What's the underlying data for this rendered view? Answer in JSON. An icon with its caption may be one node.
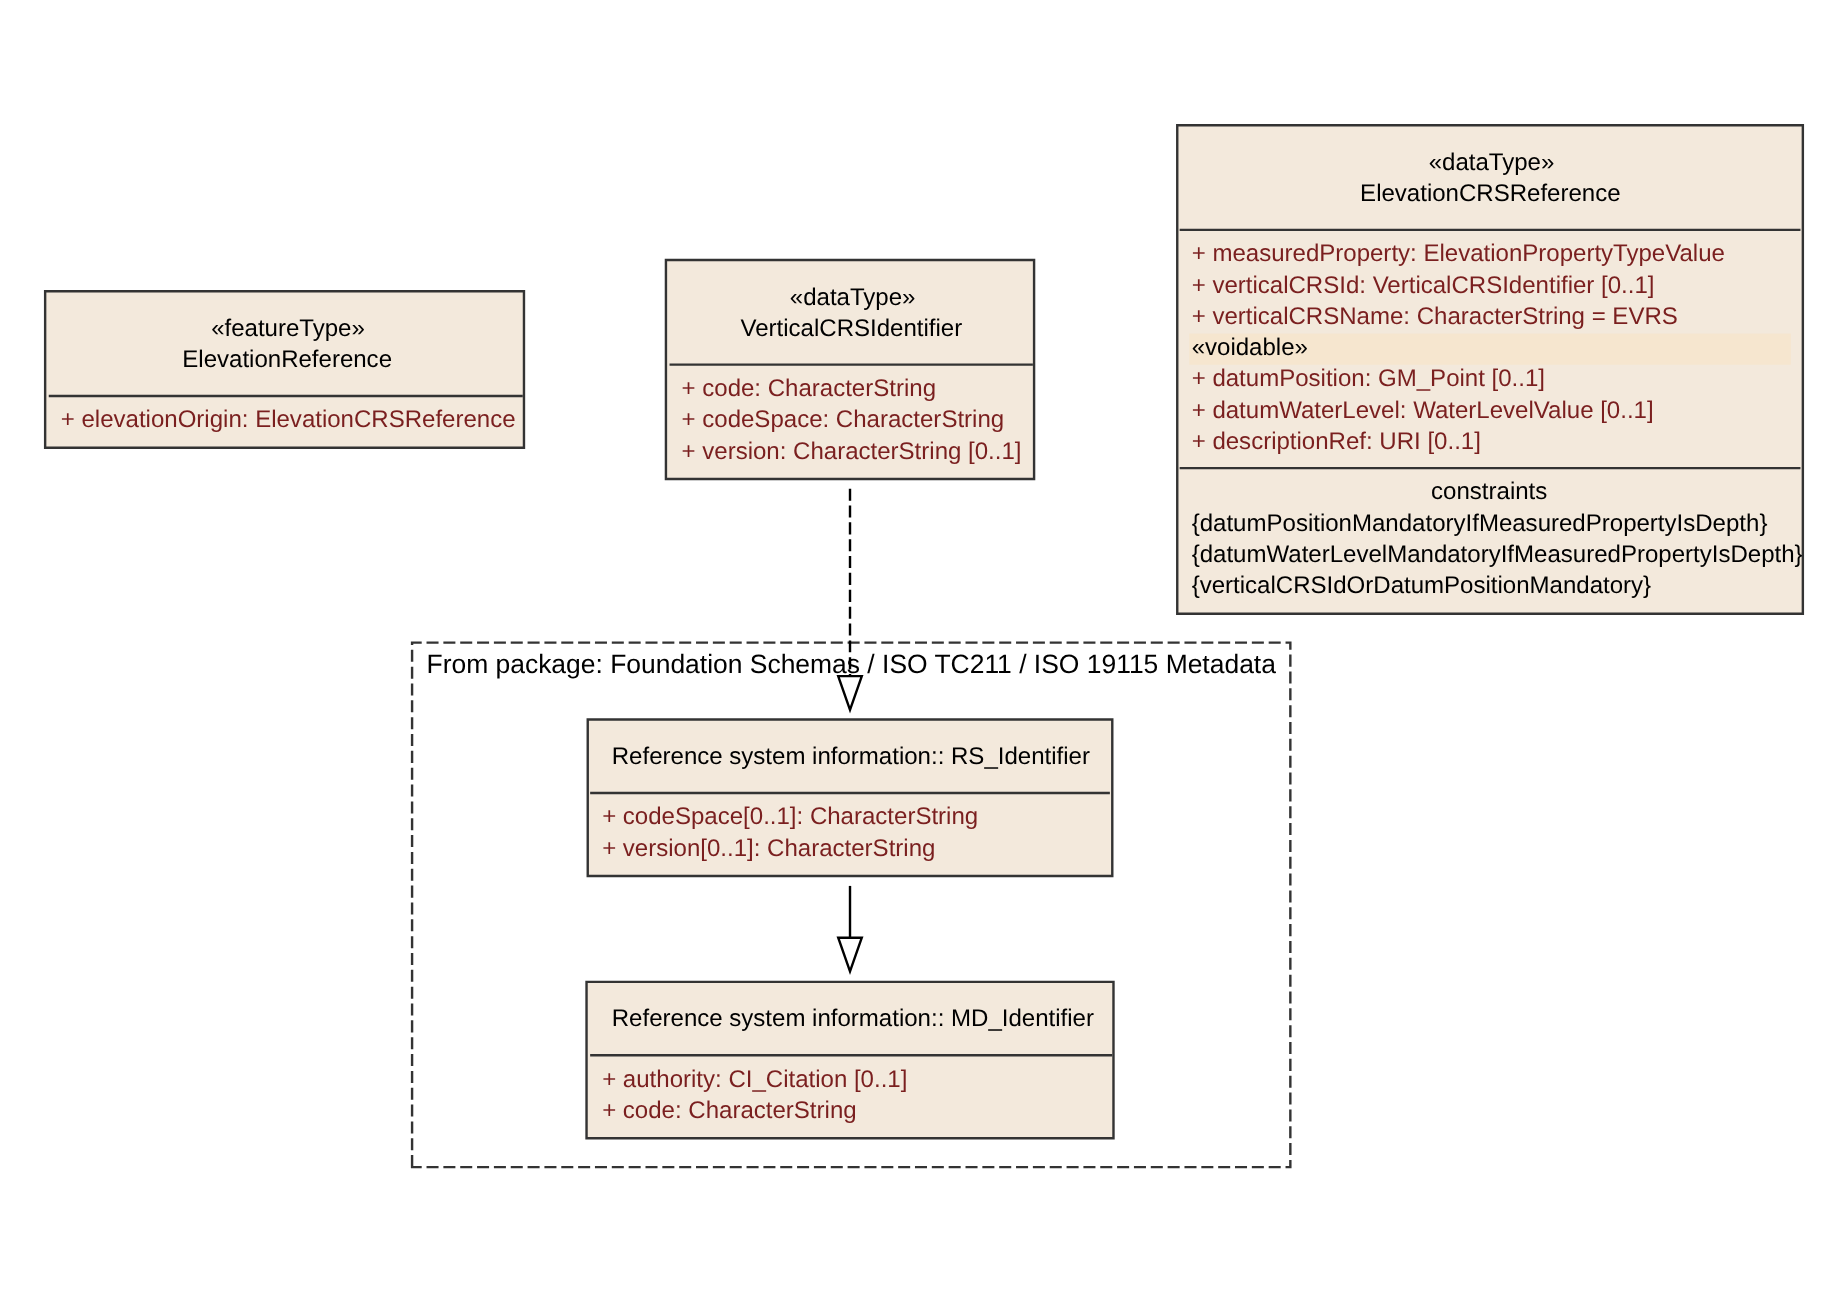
{
  "diagram": {
    "nodes": [
      {
        "text": [
          "«featureType»",
          "ElevationReference",
          "+ elevationOrigin: ElevationCRSReference"
        ]
      },
      {
        "text": [
          "«dataType»",
          "VerticalCRSIdentifier",
          "+ code: CharacterString",
          "+ codeSpace: CharacterString",
          "+ version: CharacterString [0..1]"
        ]
      },
      {
        "text": [
          "«dataType»",
          "ElevationCRSReference",
          "+ measuredProperty: ElevationPropertyTypeValue",
          "+ verticalCRSId: VerticalCRSIdentifier [0..1]",
          "+ verticalCRSName: CharacterString = EVRS",
          "«voidable»",
          "+ datumPosition: GM_Point [0..1]",
          "+ datumWaterLevel: WaterLevelValue [0..1]",
          "+ descriptionRef: URI [0..1]",
          "constraints",
          "{datumPositionMandatoryIfMeasuredPropertyIsDepth}",
          "{datumWaterLevelMandatoryIfMeasuredPropertyIsDepth}",
          "{verticalCRSIdOrDatumPositionMandatory}"
        ]
      },
      {
        "text": [
          "From package: Foundation Schemas / ISO TC211 / ISO 19115 Metadata"
        ]
      },
      {
        "text": [
          "Reference system information:: RS_Identifier",
          "+ codeSpace[0..1]: CharacterString",
          "+ version[0..1]: CharacterString"
        ],
        "in": 3
      },
      {
        "text": [
          "Reference system information:: MD_Identifier",
          "+ authority: CI_Citation [0..1]",
          "+ code: CharacterString"
        ],
        "in": 3
      }
    ],
    "edges": [
      {
        "from": 1,
        "to": 4,
        "arrow": "to",
        "style": "dashed"
      },
      {
        "from": 4,
        "to": 5,
        "arrow": "to"
      }
    ]
  }
}
